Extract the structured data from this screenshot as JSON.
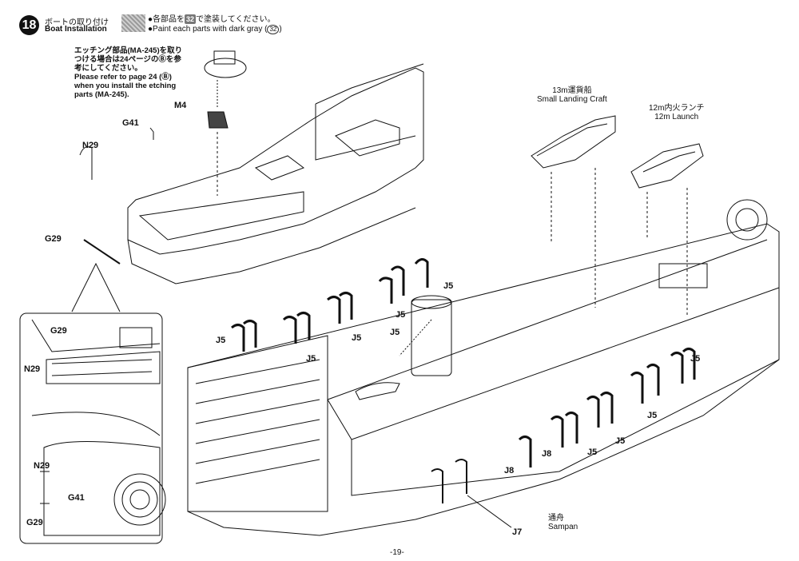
{
  "step": {
    "number": "18",
    "title_jp": "ボートの取り付け",
    "title_en": "Boat Installation"
  },
  "paint": {
    "line1_prefix": "●各部品を",
    "line1_num": "32",
    "line1_suffix": "で塗装してください。",
    "line2_prefix": "●Paint each parts with dark gray (",
    "line2_num": "32",
    "line2_suffix": ")"
  },
  "etching_note": {
    "jp": "エッチング部品(MA-245)を取りつける場合は24ページのⒷを参考にしてください。",
    "en": "Please refer to page 24 (Ⓑ) when you install the etching parts (MA-245)."
  },
  "boats": {
    "landing_jp": "13m運貨船",
    "landing_en": "Small Landing Craft",
    "launch_jp": "12m内火ランチ",
    "launch_en": "12m Launch",
    "sampan_jp": "通舟",
    "sampan_en": "Sampan"
  },
  "parts": {
    "m4": "M4",
    "g41": "G41",
    "n29": "N29",
    "g29": "G29",
    "j5": "J5",
    "j8": "J8",
    "j7": "J7"
  },
  "page_number": "-19-",
  "colors": {
    "ink": "#111111",
    "swatch": "#9a9a9a",
    "badge": "#777777"
  }
}
